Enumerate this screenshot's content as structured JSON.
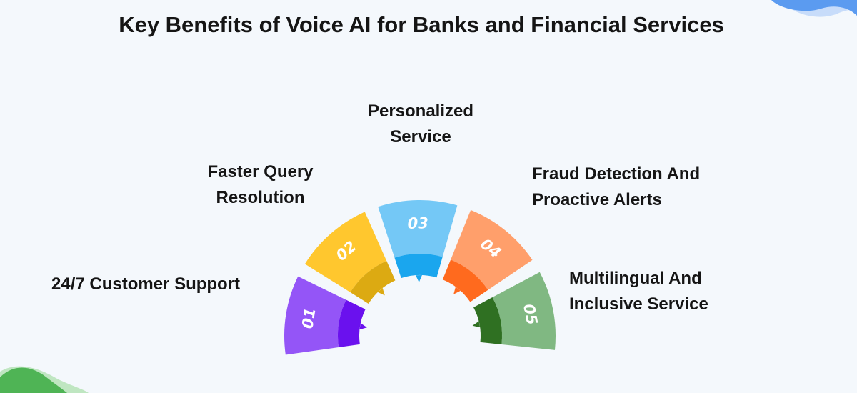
{
  "title": "Key Benefits of Voice AI for Banks and Financial Services",
  "items": [
    {
      "number": "01",
      "label": "24/7 Customer Support",
      "color": "#9455f7",
      "dark": "#6a11ee"
    },
    {
      "number": "02",
      "label": "Faster Query Resolution",
      "color": "#ffc72e",
      "dark": "#dcaa12"
    },
    {
      "number": "03",
      "label": "Personalized Service",
      "color": "#74c8f6",
      "dark": "#1aa6ee"
    },
    {
      "number": "04",
      "label": "Fraud Detection And Proactive Alerts",
      "color": "#ff9f6b",
      "dark": "#ff6a1e"
    },
    {
      "number": "05",
      "label": "Multilingual And Inclusive Service",
      "color": "#80b882",
      "dark": "#2f7022"
    }
  ],
  "decor": {
    "blob_top": "#5b9bf0",
    "blob_top_light": "#c7dcfa",
    "blob_bottom": "#4fb455",
    "blob_bottom_light": "#bfe6c1"
  }
}
